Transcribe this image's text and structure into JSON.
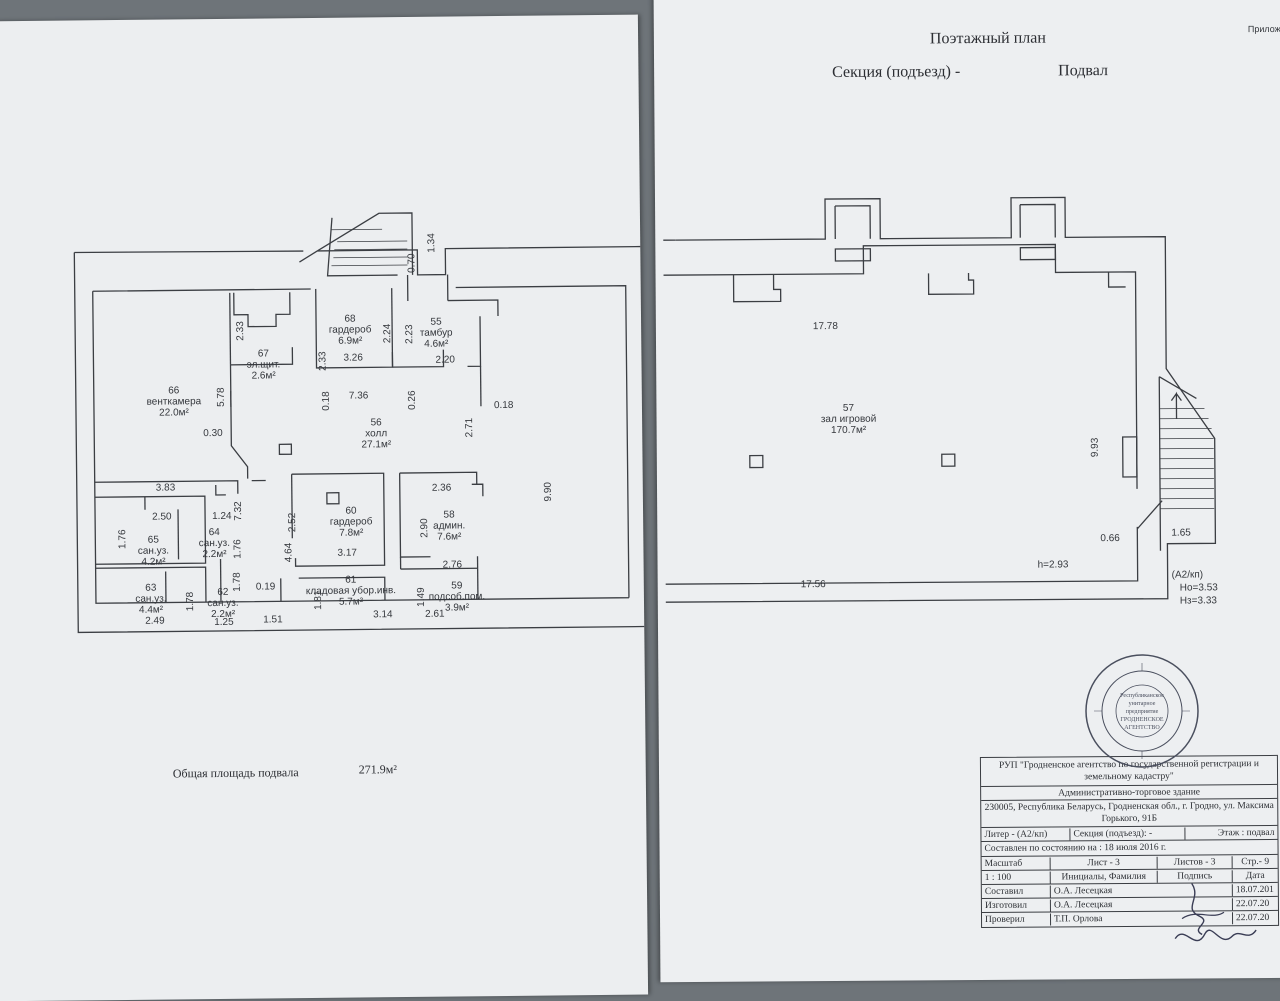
{
  "header": {
    "title": "Поэтажный план",
    "section_label": "Секция (подъезд)  -",
    "floor": "Подвал",
    "corner": "Прилож"
  },
  "total": {
    "label": "Общая площадь подвала",
    "value": "271.9м²"
  },
  "rooms_left": [
    {
      "num": "66",
      "name": "венткамера",
      "area": "22.0м²"
    },
    {
      "num": "67",
      "name": "эл.щит.",
      "area": "2.6м²"
    },
    {
      "num": "68",
      "name": "гардероб",
      "area": "6.9м²"
    },
    {
      "num": "55",
      "name": "тамбур",
      "area": "4.6м²"
    },
    {
      "num": "56",
      "name": "холл",
      "area": "27.1м²"
    },
    {
      "num": "60",
      "name": "гардероб",
      "area": "7.8м²"
    },
    {
      "num": "58",
      "name": "админ.",
      "area": "7.6м²"
    },
    {
      "num": "65",
      "name": "сан.уз.",
      "area": "4.2м²"
    },
    {
      "num": "64",
      "name": "сан.уз.",
      "area": "2.2м²"
    },
    {
      "num": "63",
      "name": "сан.уз.",
      "area": "4.4м²"
    },
    {
      "num": "62",
      "name": "сан.уз.",
      "area": "2.2м²"
    },
    {
      "num": "61",
      "name": "кладовая убор.инв.",
      "area": "5.7м²"
    },
    {
      "num": "59",
      "name": "подсоб.пом.",
      "area": "3.9м²"
    }
  ],
  "room_right": {
    "num": "57",
    "name": "зал игровой",
    "area": "170.7м²"
  },
  "dims_left": [
    "0.70",
    "1.34",
    "2.33",
    "2.33",
    "3.26",
    "2.24",
    "2.23",
    "2.20",
    "5.78",
    "0.30",
    "0.18",
    "7.36",
    "0.26",
    "2.71",
    "0.18",
    "3.83",
    "7.32",
    "2.52",
    "2.36",
    "2.90",
    "9.90",
    "2.50",
    "1.24",
    "1.76",
    "1.76",
    "4.64",
    "3.17",
    "2.76",
    "1.78",
    "0.19",
    "1.78",
    "1.81",
    "1.49",
    "2.49",
    "1.25",
    "1.51",
    "3.14",
    "2.61"
  ],
  "dims_right": {
    "top": "17.78",
    "right": "9.93",
    "bottom": "17.56",
    "stair_left": "0.66",
    "stair_right": "1.65",
    "height": "h=2.93",
    "liter": "(А2/кп)",
    "ho": "Нo=3.53",
    "hz": "Нз=3.33"
  },
  "title_block": {
    "org": "РУП \"Гродненское агентство по государственной регистрации  и земельному кадастру\"",
    "object": "Административно-торговое здание",
    "address": "230005, Республика Беларусь, Гродненская обл., г. Гродно, ул. Максима Горького, 91Б",
    "liter": "Литер - (А2/кп)",
    "section": "Секция (подъезд): -",
    "floor": "Этаж : подвал",
    "state": "Составлен по состоянию на : 18 июля 2016 г.",
    "scale_label": "Масштаб",
    "sheet": "Лист - 3",
    "sheets": "Листов - 3",
    "page": "Стр.-  9",
    "scale": "1 : 100",
    "col_name": "Инициалы, Фамилия",
    "col_sign": "Подпись",
    "col_date": "Дата",
    "rows": [
      {
        "role": "Составил",
        "name": "О.А. Лесецкая",
        "date": "18.07.201"
      },
      {
        "role": "Изготовил",
        "name": "О.А. Лесецкая",
        "date": "22.07.20"
      },
      {
        "role": "Проверил",
        "name": "Т.П. Орлова",
        "date": "22.07.20"
      }
    ]
  },
  "stamp_text": "Республиканское унитарное предприятие ГРОДНЕНСКОЕ АГЕНТСТВО ПО ГОСУДАРСТВЕННОЙ РЕГИСТРАЦИИ И ЗЕМЕЛЬНОМУ КАДАСТРУ"
}
